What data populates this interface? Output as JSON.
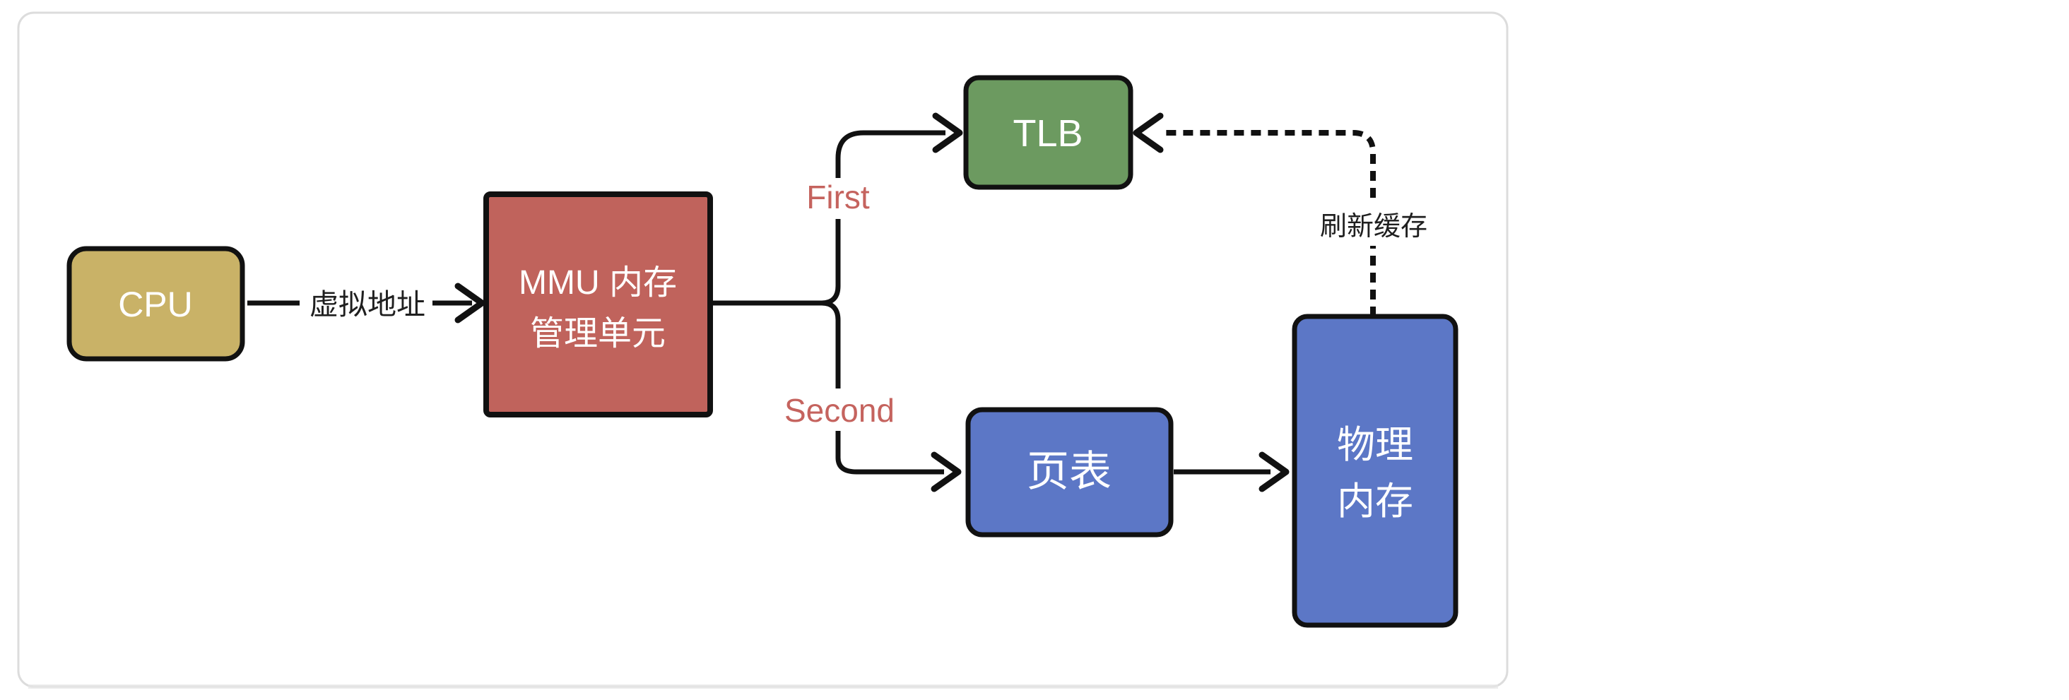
{
  "diagram": {
    "nodes": {
      "cpu": {
        "label": "CPU"
      },
      "mmu": {
        "label_line1": "MMU 内存",
        "label_line2": "管理单元"
      },
      "tlb": {
        "label": "TLB"
      },
      "page_table": {
        "label": "页表"
      },
      "physical_memory": {
        "label_line1": "物理",
        "label_line2": "内存"
      }
    },
    "edges": {
      "cpu_to_mmu": {
        "label": "虚拟地址"
      },
      "branch_first": {
        "label": "First"
      },
      "branch_second": {
        "label": "Second"
      },
      "physmem_to_tlb": {
        "label": "刷新缓存"
      }
    }
  },
  "colors": {
    "cpu_fill": "#c9b267",
    "mmu_fill": "#c0635c",
    "tlb_fill": "#6c9a60",
    "blue_fill": "#5c77c6",
    "box_stroke": "#111111",
    "line": "#111111",
    "branch_label": "#c5635e",
    "edge_label": "#1f1f1f",
    "card_border": "#dcdcdc",
    "card_bg": "#ffffff"
  }
}
